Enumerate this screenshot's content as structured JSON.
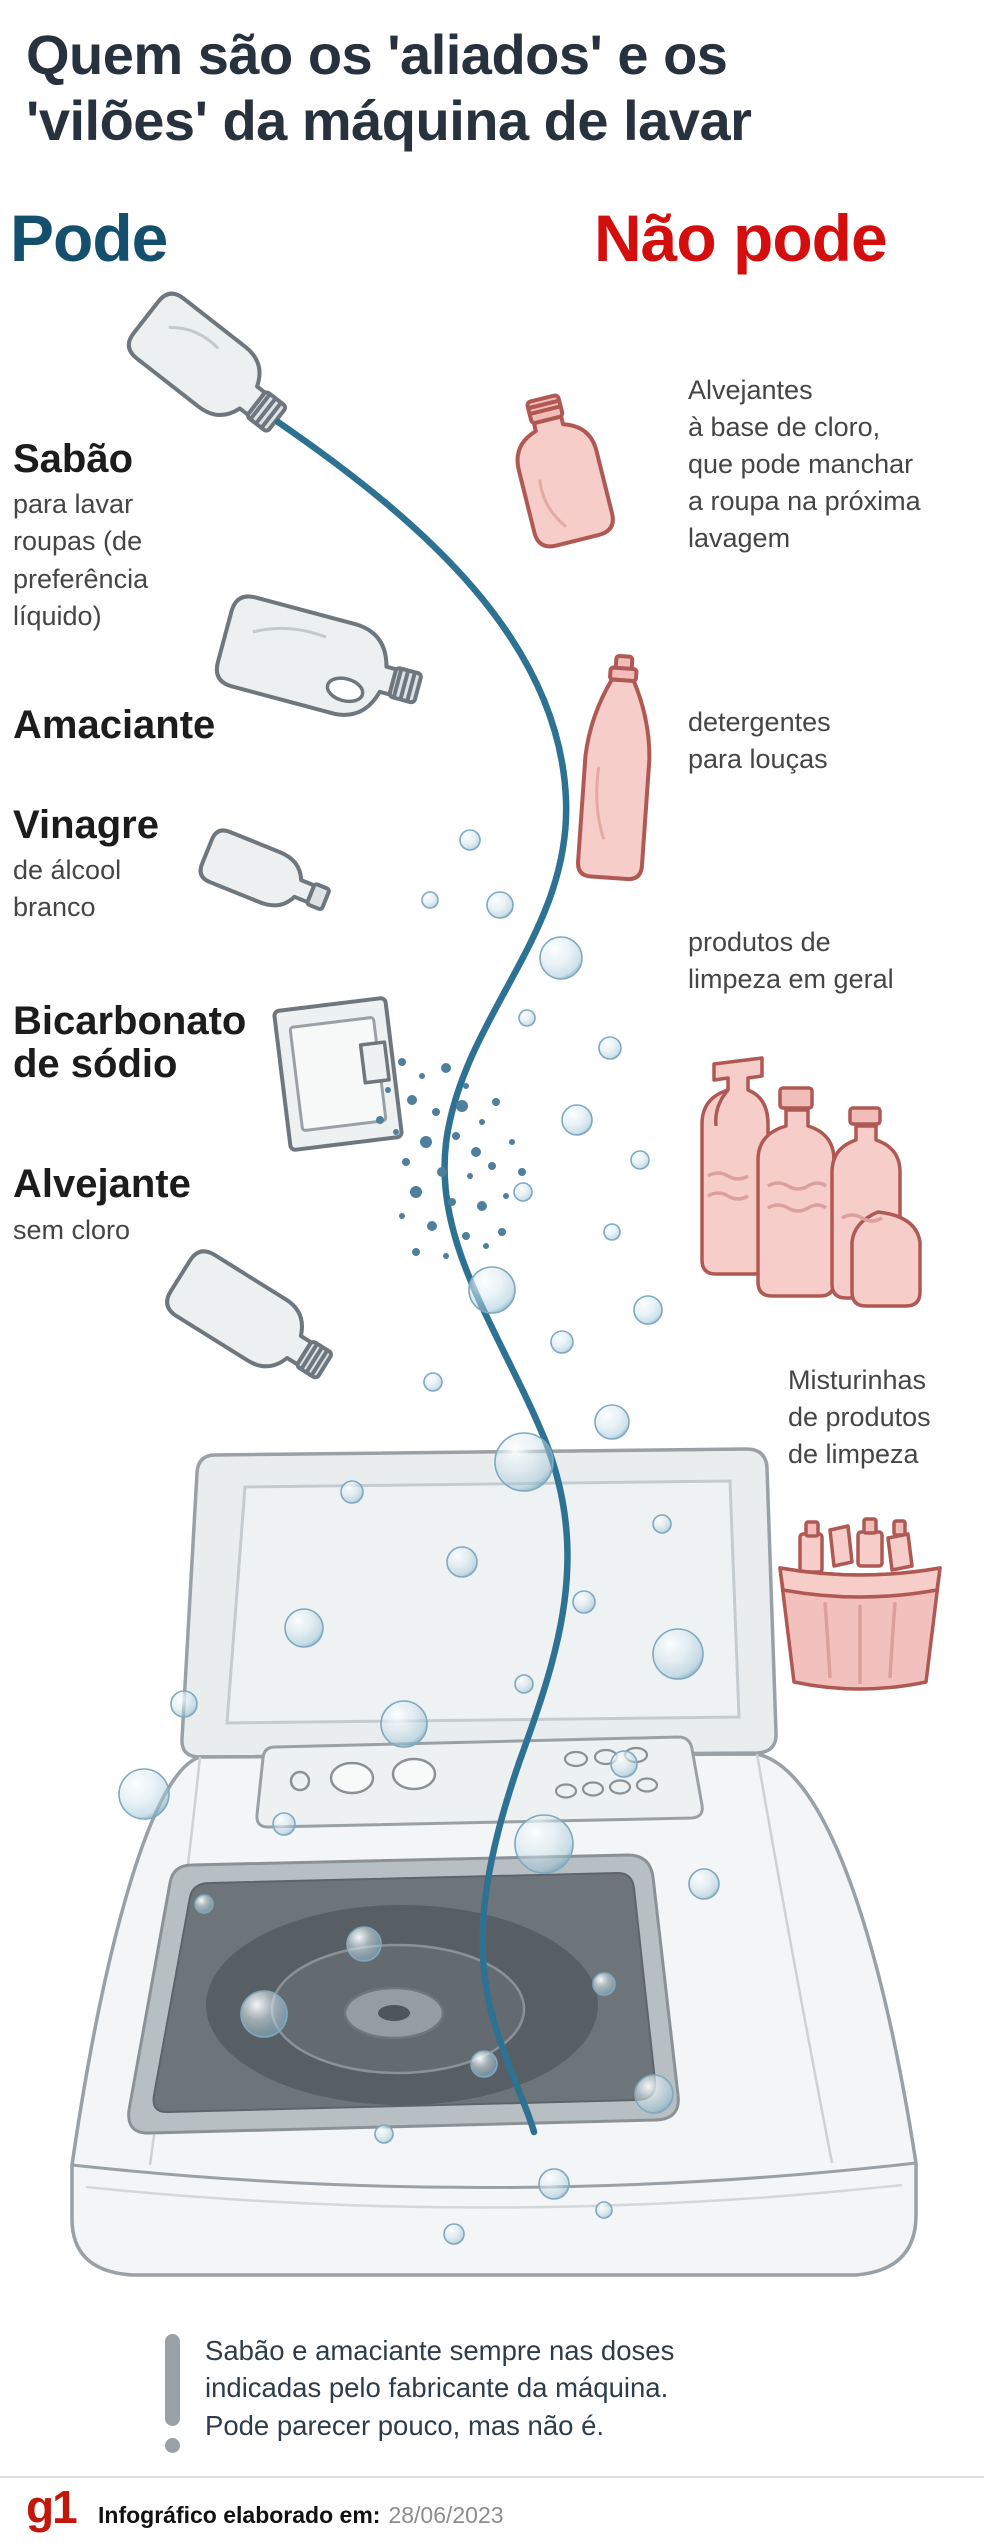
{
  "title": "Quem são os 'aliados' e os\n'vilões' da máquina de lavar",
  "pode": {
    "heading": "Pode",
    "items": [
      {
        "name": "Sabão",
        "desc": "para lavar\nroupas (de\npreferência\nlíquido)",
        "illustration": "liquid-soap-bottle"
      },
      {
        "name": "Amaciante",
        "illustration": "fabric-softener-bottle"
      },
      {
        "name": "Vinagre",
        "desc": "de álcool\nbranco",
        "illustration": "vinegar-bottle"
      },
      {
        "name": "Bicarbonato\nde sódio",
        "illustration": "baking-soda-box"
      },
      {
        "name": "Alvejante",
        "desc": "sem cloro",
        "illustration": "chlorine-free-bleach-bottle"
      }
    ]
  },
  "nao_pode": {
    "heading": "Não pode",
    "items": [
      {
        "text": "Alvejantes\nà base de cloro,\nque pode manchar\na roupa na próxima\nlavagem",
        "illustration": "chlorine-bleach-bottle"
      },
      {
        "text": "detergentes\npara louças",
        "illustration": "dish-detergent-bottle"
      },
      {
        "text": "produtos de\nlimpeza em geral",
        "illustration": "cleaning-products-group"
      },
      {
        "text": "Misturinhas\nde produtos\nde limpeza",
        "illustration": "mixed-products-basket"
      }
    ]
  },
  "center_illustration": "top-load-washing-machine-with-open-lid-bubbles-and-water-stream",
  "note": {
    "icon": "exclamation-mark",
    "text": "Sabão e amaciante sempre nas doses\nindicadas pelo fabricante da máquina.\nPode parecer pouco, mas não é."
  },
  "footer": {
    "logo": "g1",
    "label": "Infográfico elaborado em:",
    "date": "28/06/2023"
  },
  "colors": {
    "title": "#27323e",
    "pode_heading": "#14506d",
    "nao_pode_heading": "#d40d0d",
    "water_stream": "#2e7293",
    "allowed_items_fill": "#edf0f1",
    "allowed_items_stroke": "#6e777d",
    "forbidden_items_fill": "#f6cdc9",
    "forbidden_items_stroke": "#b05954",
    "g1_brand": "#c4170c"
  }
}
